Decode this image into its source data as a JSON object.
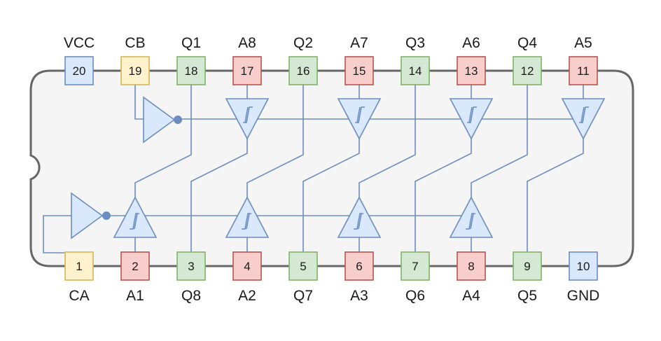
{
  "colors": {
    "power": {
      "fill": "#dae8fc",
      "stroke": "#6c8ebf"
    },
    "control": {
      "fill": "#fff2cc",
      "stroke": "#d6b656"
    },
    "input": {
      "fill": "#f8cecc",
      "stroke": "#b85450"
    },
    "output": {
      "fill": "#d5e8d4",
      "stroke": "#82b366"
    },
    "wire": "#6c8ebf",
    "package_body": "#f5f5f5",
    "package_outline": "#666666"
  },
  "top_pins": [
    {
      "number": "20",
      "name": "VCC",
      "kind": "power"
    },
    {
      "number": "19",
      "name": "CB",
      "kind": "control"
    },
    {
      "number": "18",
      "name": "Q1",
      "kind": "output"
    },
    {
      "number": "17",
      "name": "A8",
      "kind": "input"
    },
    {
      "number": "16",
      "name": "Q2",
      "kind": "output"
    },
    {
      "number": "15",
      "name": "A7",
      "kind": "input"
    },
    {
      "number": "14",
      "name": "Q3",
      "kind": "output"
    },
    {
      "number": "13",
      "name": "A6",
      "kind": "input"
    },
    {
      "number": "12",
      "name": "Q4",
      "kind": "output"
    },
    {
      "number": "11",
      "name": "A5",
      "kind": "input"
    }
  ],
  "bottom_pins": [
    {
      "number": "1",
      "name": "CA",
      "kind": "control"
    },
    {
      "number": "2",
      "name": "A1",
      "kind": "input"
    },
    {
      "number": "3",
      "name": "Q8",
      "kind": "output"
    },
    {
      "number": "4",
      "name": "A2",
      "kind": "input"
    },
    {
      "number": "5",
      "name": "Q7",
      "kind": "output"
    },
    {
      "number": "6",
      "name": "A3",
      "kind": "input"
    },
    {
      "number": "7",
      "name": "Q6",
      "kind": "output"
    },
    {
      "number": "8",
      "name": "A4",
      "kind": "input"
    },
    {
      "number": "9",
      "name": "Q5",
      "kind": "output"
    },
    {
      "number": "10",
      "name": "GND",
      "kind": "power"
    }
  ],
  "top_buffers": [
    {
      "input_pin": "17",
      "output_pin": "3"
    },
    {
      "input_pin": "15",
      "output_pin": "5"
    },
    {
      "input_pin": "13",
      "output_pin": "7"
    },
    {
      "input_pin": "11",
      "output_pin": "9"
    }
  ],
  "bottom_buffers": [
    {
      "input_pin": "2",
      "output_pin": "18"
    },
    {
      "input_pin": "4",
      "output_pin": "16"
    },
    {
      "input_pin": "6",
      "output_pin": "14"
    },
    {
      "input_pin": "8",
      "output_pin": "12"
    }
  ],
  "enable_inverters": [
    {
      "control_pin": "19",
      "drives": "top_buffers"
    },
    {
      "control_pin": "1",
      "drives": "bottom_buffers"
    }
  ]
}
